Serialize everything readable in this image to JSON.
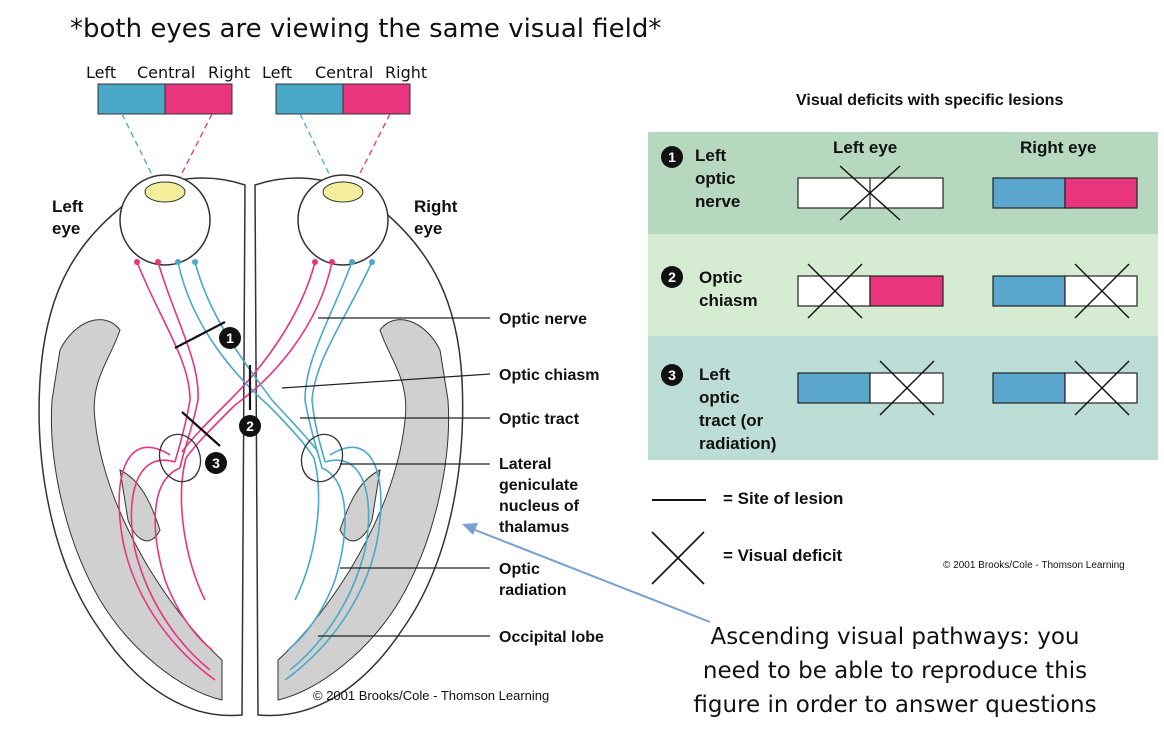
{
  "top_note": "*both eyes are viewing the same visual field*",
  "visual_field_labels": {
    "left_eye": [
      "Left",
      "Central",
      "Right"
    ],
    "right_eye": [
      "Left",
      "Central",
      "Right"
    ]
  },
  "eye_labels": {
    "left": "Left eye",
    "right": "Right eye"
  },
  "anatomy_labels": [
    "Optic nerve",
    "Optic chiasm",
    "Optic tract",
    "Lateral geniculate nucleus of thalamus",
    "Optic radiation",
    "Occipital lobe"
  ],
  "anatomy_label_lines": {
    "lgn": [
      "Lateral",
      "geniculate",
      "nucleus of",
      "thalamus"
    ],
    "radiation": [
      "Optic",
      "radiation"
    ]
  },
  "lesion_markers": [
    "1",
    "2",
    "3"
  ],
  "copyright": "© 2001 Brooks/Cole - Thomson Learning",
  "deficit_panel": {
    "title": "Visual deficits with specific lesions",
    "col_left": "Left eye",
    "col_right": "Right eye",
    "rows": [
      {
        "num": "1",
        "name_lines": [
          "Left",
          "optic",
          "nerve"
        ],
        "left_eye": {
          "left_half": "lost",
          "right_half": "lost"
        },
        "right_eye": {
          "left_half": "seen",
          "right_half": "seen"
        }
      },
      {
        "num": "2",
        "name_lines": [
          "Optic",
          "chiasm"
        ],
        "left_eye": {
          "left_half": "lost",
          "right_half": "seen"
        },
        "right_eye": {
          "left_half": "seen",
          "right_half": "lost"
        }
      },
      {
        "num": "3",
        "name_lines": [
          "Left",
          "optic",
          "tract (or",
          "radiation)"
        ],
        "left_eye": {
          "left_half": "seen",
          "right_half": "lost"
        },
        "right_eye": {
          "left_half": "seen",
          "right_half": "lost"
        }
      }
    ],
    "copyright": "© 2001 Brooks/Cole - Thomson Learning"
  },
  "legend": {
    "lesion": "= Site of lesion",
    "deficit": "= Visual deficit"
  },
  "note_lines": [
    "Ascending visual pathways: you",
    "need to be able to reproduce this",
    "figure in order to answer questions"
  ],
  "colors": {
    "left_field": "#4aa9c8",
    "right_field": "#e8357e",
    "cortex": "#d0d0d0",
    "pathway_pink": "#e8357e",
    "pathway_blue": "#4aa9c8",
    "row1_bg": "#b5d8bf",
    "row2_bg": "#d5ecd2",
    "row3_bg": "#bcdcd6",
    "arrow": "#7b9fd3"
  }
}
